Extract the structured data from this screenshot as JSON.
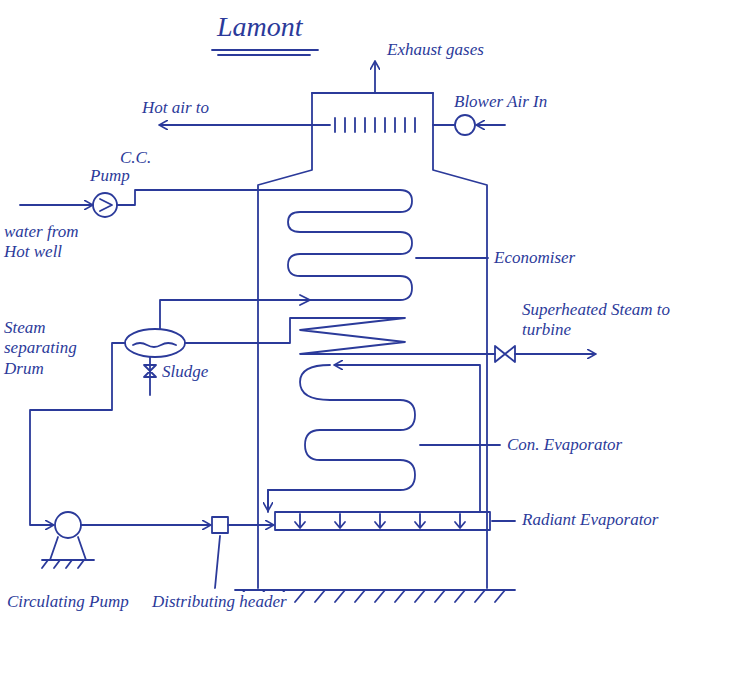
{
  "diagram": {
    "title": "Lamont",
    "labels": [
      "Exhaust gases",
      "Blower Air In",
      "Hot air to",
      "C.C.",
      "Pump",
      "water from Hot well",
      "Economiser",
      "Superheated Steam to turbine",
      "Steam separating Drum",
      "Sludge",
      "Con. Evaporator",
      "Radiant Evaporator",
      "Circulating Pump",
      "Distributing header"
    ]
  }
}
